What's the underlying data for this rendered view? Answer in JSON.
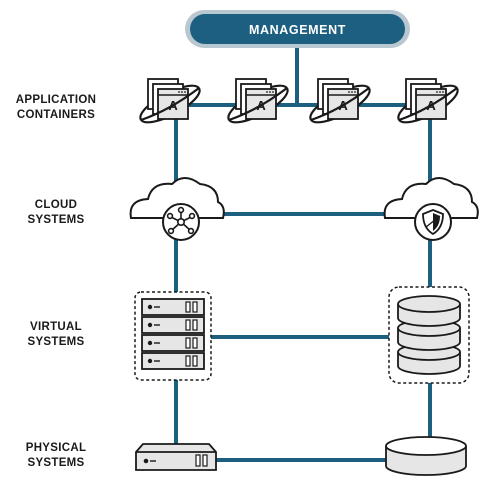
{
  "title": "MANAGEMENT",
  "rows": {
    "application": [
      "APPLICATION",
      "CONTAINERS"
    ],
    "cloud": [
      "CLOUD",
      "SYSTEMS"
    ],
    "virtual": [
      "VIRTUAL",
      "SYSTEMS"
    ],
    "physical": [
      "PHYSICAL",
      "SYSTEMS"
    ]
  },
  "container_letter": "A",
  "colors": {
    "link": "#1d5f80",
    "management_fill": "#1d5f80",
    "management_border": "#b9c7d1",
    "outline": "#1a1a1a",
    "panel": "#e6e6e6"
  }
}
